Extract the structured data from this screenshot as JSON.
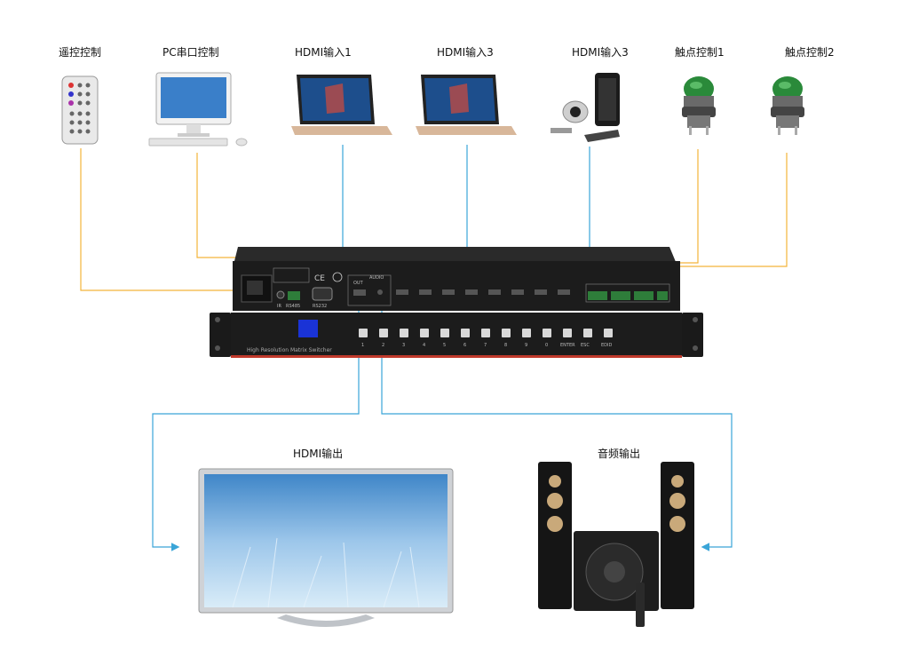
{
  "labels": {
    "remote": "遥控控制",
    "pc_serial": "PC串口控制",
    "hdmi_in_1": "HDMI输入1",
    "hdmi_in_3a": "HDMI输入3",
    "hdmi_in_3b": "HDMI输入3",
    "contact_1": "触点控制1",
    "contact_2": "触点控制2",
    "hdmi_out": "HDMI输出",
    "audio_out": "音频输出"
  },
  "device": {
    "front_label": "High Resolution Matrix Switcher",
    "rear_port_rs232": "RS232",
    "rear_port_rs485": "RS485",
    "rear_port_ir": "IR",
    "rear_port_hdmi_out": "OUT",
    "rear_port_audio": "AUDIO",
    "button_labels": [
      "1",
      "2",
      "3",
      "4",
      "5",
      "6",
      "7",
      "8",
      "9",
      "0",
      "ENTER",
      "ESC",
      "EDID"
    ]
  },
  "colors": {
    "control_wire": "#f3b43a",
    "signal_wire": "#3aa5d8",
    "chassis": "#1c1c1c",
    "front_blue": "#1a33d6",
    "button_green": "#2a8a3a"
  }
}
